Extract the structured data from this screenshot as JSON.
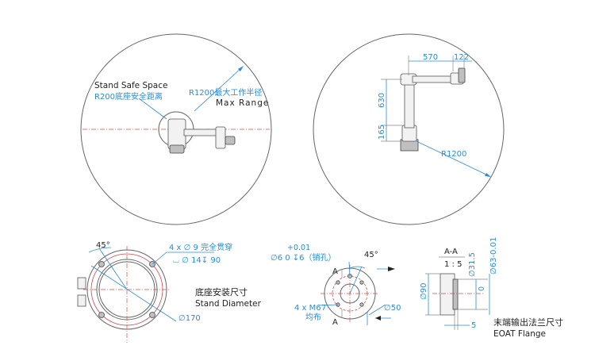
{
  "top_left": {
    "stand_safe_en": "Stand Safe Space",
    "stand_safe_cn": "R200底座安全距离",
    "max_range_cn": "R1200最大工作半径",
    "max_range_en": "Max Range"
  },
  "top_right": {
    "dim_570": "570",
    "dim_122": "122",
    "dim_630": "630",
    "dim_165": "165",
    "dim_r1200": "R1200"
  },
  "base_mount": {
    "angle": "45°",
    "holes": "4 x ∅ 9 完全贯穿",
    "counterbore": "⌴ ∅ 14↧ 90",
    "diameter": "∅170",
    "title_cn": "底座安装尺寸",
    "title_en": "Stand Diameter"
  },
  "flange": {
    "tol": "+0.01",
    "tol_zero": "0",
    "pin_hole": "∅6  0  ↧6（销孔）",
    "angle": "45°",
    "section_a_top": "A",
    "section_a_bottom": "A",
    "thread_1": "4 x M6",
    "thread_1_suffix": "7",
    "thread_2": "均布",
    "diameter": "∅50"
  },
  "section": {
    "label": "A-A",
    "scale": "1 : 5",
    "d31": "∅31.5",
    "d31_tol": "0",
    "d63": "∅63-0.01",
    "d90": "∅90",
    "dim_5": "5",
    "title_cn": "末端输出法兰尺寸",
    "title_en": "EOAT Flange"
  }
}
